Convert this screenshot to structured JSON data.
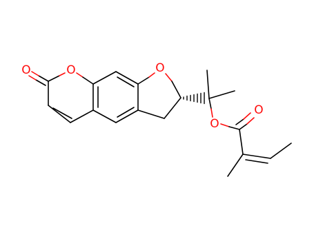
{
  "molecule": {
    "atoms": [
      {
        "id": "o_carbonyl_lactone",
        "label": "O",
        "color": "#ff0d0d"
      },
      {
        "id": "o_ring_lactone",
        "label": "O",
        "color": "#ff0d0d"
      },
      {
        "id": "o_furan",
        "label": "O",
        "color": "#ff0d0d"
      },
      {
        "id": "o_ester",
        "label": "O",
        "color": "#ff0d0d"
      },
      {
        "id": "o_carbonyl_ester",
        "label": "O",
        "color": "#ff0d0d"
      }
    ],
    "bond_color": "#000000",
    "heteroatom_color": "#ff0d0d"
  }
}
